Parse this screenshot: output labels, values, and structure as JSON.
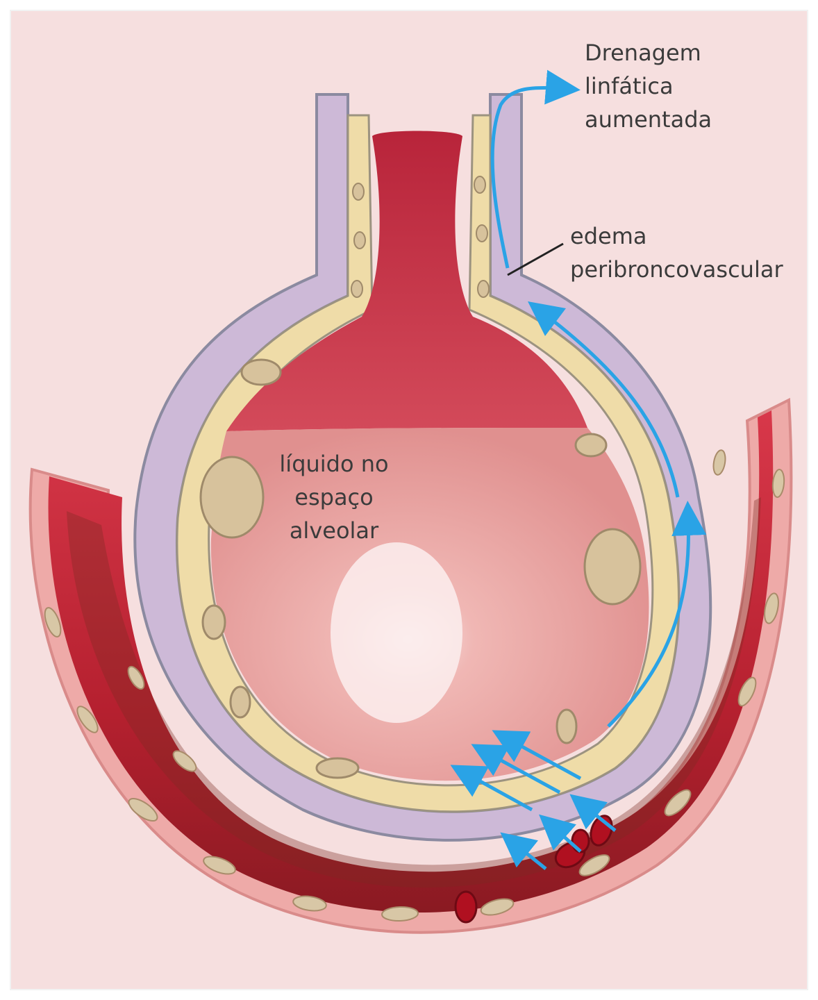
{
  "labels": {
    "drainage": "Drenagem\nlinfática\naumentada",
    "edema": "edema\nperibroncovascular",
    "fluid": "líquido no\nespaço\nalveolar"
  },
  "colors": {
    "background": "#f6dfdf",
    "vessel_red": "#c8283c",
    "vessel_dark": "#6e1a1e",
    "wall_lavender": "#cbb8d6",
    "epithelium_yellow": "#efdca8",
    "alveolar_fluid": "#e79a98",
    "air_space": "#c73447",
    "arrow_blue": "#2aa3e6",
    "red_cell": "#b01020"
  }
}
